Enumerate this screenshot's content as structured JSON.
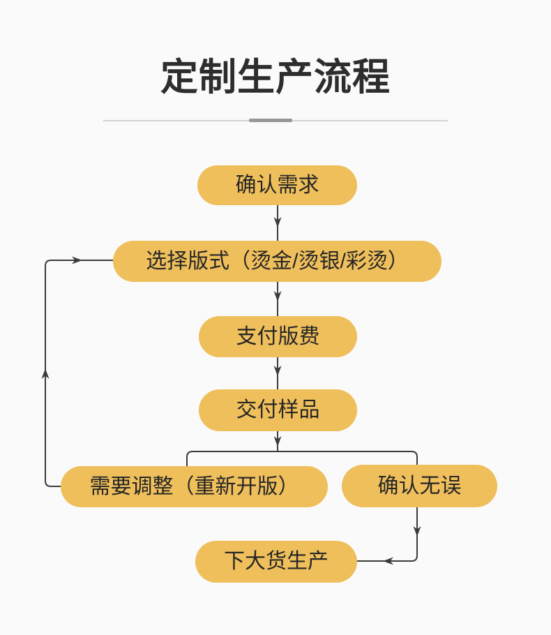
{
  "title": "定制生产流程",
  "flow": {
    "nodes": {
      "confirm_demand": {
        "label": "确认需求"
      },
      "choose_format": {
        "label": "选择版式（烫金/烫银/彩烫）"
      },
      "pay_plate_fee": {
        "label": "支付版费"
      },
      "deliver_sample": {
        "label": "交付样品"
      },
      "need_adjustment": {
        "label": "需要调整（重新开版）"
      },
      "confirm_ok": {
        "label": "确认无误"
      },
      "mass_production": {
        "label": "下大货生产"
      }
    },
    "edges": [
      {
        "from": "确认需求",
        "to": "选择版式（烫金/烫银/彩烫）"
      },
      {
        "from": "选择版式（烫金/烫银/彩烫）",
        "to": "支付版费"
      },
      {
        "from": "支付版费",
        "to": "交付样品"
      },
      {
        "from": "交付样品",
        "to": "需要调整（重新开版）"
      },
      {
        "from": "交付样品",
        "to": "确认无误"
      },
      {
        "from": "需要调整（重新开版）",
        "to": "选择版式（烫金/烫银/彩烫）"
      },
      {
        "from": "确认无误",
        "to": "下大货生产"
      }
    ],
    "colors": {
      "node_fill": "#efbf5c",
      "node_text": "#262626",
      "connector": "#3a3a3a",
      "background": "#fafafa",
      "title_text": "#2d2d2d"
    }
  }
}
